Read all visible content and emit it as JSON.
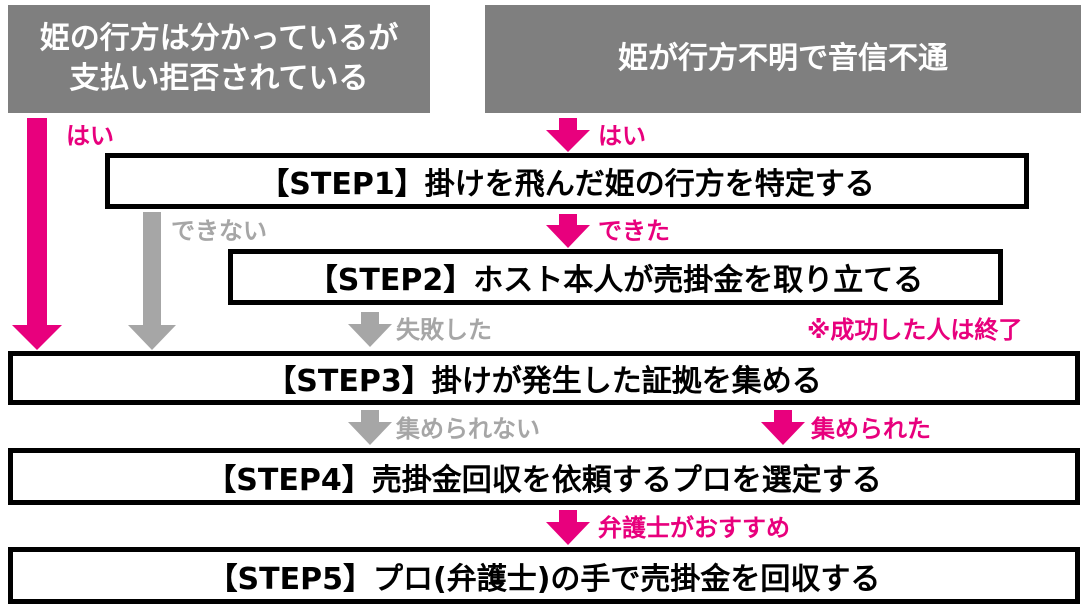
{
  "colors": {
    "accent": "#e8007d",
    "gray_arrow": "#a6a6a6",
    "box_gray": "#7f7f7f",
    "border": "#000000"
  },
  "header": {
    "left_line1": "姫の行方は分かっているが",
    "left_line2": "支払い拒否されている",
    "right": "姫が行方不明で音信不通"
  },
  "steps": [
    "【STEP1】掛けを飛んだ姫の行方を特定する",
    "【STEP2】ホスト本人が売掛金を取り立てる",
    "【STEP3】掛けが発生した証拠を集める",
    "【STEP4】売掛金回収を依頼するプロを選定する",
    "【STEP5】プロ(弁護士)の手で売掛金を回収する"
  ],
  "labels": {
    "yes_left": "はい",
    "yes_right": "はい",
    "cannot": "できない",
    "could": "できた",
    "failed": "失敗した",
    "success_note": "※成功した人は終了",
    "not_collected": "集められない",
    "collected": "集められた",
    "lawyer": "弁護士がおすすめ"
  }
}
